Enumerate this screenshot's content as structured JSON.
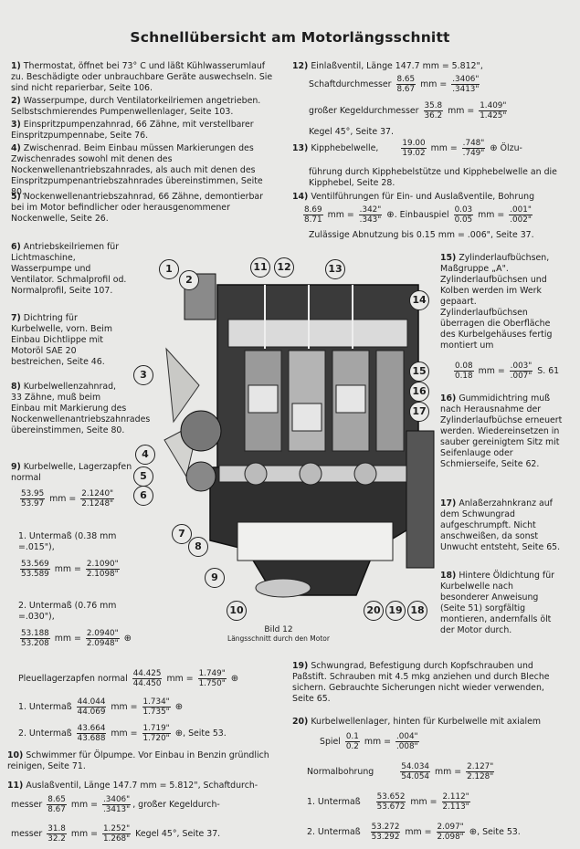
{
  "title": "Schnellübersicht am Motorlängsschnitt",
  "left": {
    "i1": {
      "num": "1)",
      "text": "Thermostat, öffnet bei 73° C und läßt Kühlwasserumlauf zu. Beschädigte oder unbrauchbare Geräte auswechseln. Sie sind nicht reparierbar, Seite 106."
    },
    "i2": {
      "num": "2)",
      "text": "Wasserpumpe, durch Ventilatorkeilriemen angetrieben. Selbstschmierendes Pumpenwellenlager, Seite 103."
    },
    "i3": {
      "num": "3)",
      "text": "Einspritzpumpenzahnrad, 66 Zähne, mit verstellbarer Einspritzpumpennabe, Seite 76."
    },
    "i4": {
      "num": "4)",
      "text": "Zwischenrad. Beim Einbau müssen Markierungen des Zwischenrades sowohl mit denen des Nockenwellenantriebszahnrades, als auch mit denen des Einspritzpumpenantriebszahnrades übereinstimmen, Seite 80."
    },
    "i5": {
      "num": "5)",
      "text": "Nockenwellenantriebszahnrad, 66 Zähne, demontierbar bei im Motor befindlicher oder herausgenommener Nockenwelle, Seite 26."
    },
    "i6": {
      "num": "6)",
      "text": "Antriebskeilriemen für Lichtmaschine, Wasserpumpe und Ventilator. Schmalprofil od. Normalprofil, Seite 107."
    },
    "i7": {
      "num": "7)",
      "text": "Dichtring für Kurbelwelle, vorn. Beim Einbau Dichtlippe mit Motoröl SAE 20 bestreichen, Seite 46."
    },
    "i8": {
      "num": "8)",
      "text": "Kurbelwellenzahnrad, 33 Zähne, muß beim Einbau mit Markierung des Nockenwellenantriebszahnrades übereinstimmen, Seite 80."
    },
    "i9": {
      "num": "9)",
      "text": "Kurbelwelle, Lagerzapfen normal",
      "f1_top": "53.95",
      "f1_bot": "53.97",
      "unit": "mm =",
      "f2_top": "2.1240\"",
      "f2_bot": "2.1248\"",
      "u1_label": "1. Untermaß (0.38 mm =.015\"),",
      "u1_f1_top": "53.569",
      "u1_f1_bot": "53.589",
      "u1_f2_top": "2.1090\"",
      "u1_f2_bot": "2.1098\"",
      "u2_label": "2. Untermaß (0.76 mm =.030\"),",
      "u2_f1_top": "53.188",
      "u2_f1_bot": "53.208",
      "u2_f2_top": "2.0940\"",
      "u2_f2_bot": "2.0948\"",
      "pl_label": "Pleuellagerzapfen normal",
      "pl_f1_top": "44.425",
      "pl_f1_bot": "44.450",
      "pl_f2_top": "1.749\"",
      "pl_f2_bot": "1.750\"",
      "pu1_label": "1. Untermaß",
      "pu1_f1_top": "44.044",
      "pu1_f1_bot": "44.069",
      "pu1_f2_top": "1.734\"",
      "pu1_f2_bot": "1.735\"",
      "pu2_label": "2. Untermaß",
      "pu2_f1_top": "43.664",
      "pu2_f1_bot": "43.688",
      "pu2_f2_top": "1.719\"",
      "pu2_f2_bot": "1.720\"",
      "pu2_page": ", Seite 53."
    },
    "i10": {
      "num": "10)",
      "text": "Schwimmer für Ölpumpe. Vor Einbau in Benzin gründlich reinigen, Seite 71."
    },
    "i11": {
      "num": "11)",
      "text": "Auslaßventil, Länge 147.7 mm = 5.812\", Schaftdurch-",
      "l2_label": "messer",
      "f1_top": "8.65",
      "f1_bot": "8.67",
      "unit": "mm =",
      "f2_top": ".3406\"",
      "f2_bot": ".3413\"",
      "l2_tail": ", großer Kegeldurch-",
      "l3_label": "messer",
      "g1_top": "31.8",
      "g1_bot": "32.2",
      "g2_top": "1.252\"",
      "g2_bot": "1.268\"",
      "l3_tail": "Kegel 45°, Seite 37."
    }
  },
  "right": {
    "i12": {
      "num": "12)",
      "text": "Einlaßventil, Länge 147.7 mm = 5.812\",",
      "s_label": "Schaftdurchmesser",
      "s1_top": "8.65",
      "s1_bot": "8.67",
      "unit": "mm =",
      "s2_top": ".3406\"",
      "s2_bot": ".3413\"",
      "k_label": "großer Kegeldurchmesser",
      "k1_top": "35.8",
      "k1_bot": "36.2",
      "k2_top": "1.409\"",
      "k2_bot": "1.425\"",
      "tail": "Kegel 45°, Seite 37."
    },
    "i13": {
      "num": "13)",
      "label": "Kipphebelwelle,",
      "f1_top": "19.00",
      "f1_bot": "19.02",
      "unit": "mm =",
      "f2_top": ".748\"",
      "f2_bot": ".749\"",
      "after": "Ölzu-",
      "text": "führung durch Kipphebelstütze und Kipphebelwelle an die Kipphebel, Seite 28."
    },
    "i14": {
      "num": "14)",
      "text": "Ventilführungen für Ein- und Auslaßventile, Bohrung",
      "f1_top": "8.69",
      "f1_bot": "8.71",
      "unit": "mm =",
      "f2_top": ".342\"",
      "f2_bot": ".343\"",
      "spiel_label": "Einbauspiel",
      "g1_top": "0.03",
      "g1_bot": "0.05",
      "g2_top": ".001\"",
      "g2_bot": ".002\"",
      "tail": "Zulässige Abnutzung bis 0.15 mm = .006\", Seite 37."
    },
    "i15": {
      "num": "15)",
      "text": "Zylinderlaufbüchsen, Maßgruppe „A\". Zylinderlaufbüchsen und Kolben werden im Werk gepaart. Zylinderlaufbüchsen überragen die Oberfläche des Kurbelgehäuses fertig montiert um",
      "f1_top": "0.08",
      "f1_bot": "0.18",
      "unit": "mm =",
      "f2_top": ".003\"",
      "f2_bot": ".007\"",
      "tail": "S. 61"
    },
    "i16": {
      "num": "16)",
      "text": "Gummidichtring muß nach Herausnahme der Zylinderlaufbüchse erneuert werden. Wiedereinsetzen in sauber gereinigtem Sitz mit Seifenlauge oder Schmierseife, Seite 62."
    },
    "i17": {
      "num": "17)",
      "text": "Anlaßerzahnkranz auf dem Schwungrad aufgeschrumpft. Nicht anschweißen, da sonst Unwucht entsteht, Seite 65."
    },
    "i18": {
      "num": "18)",
      "text": "Hintere Öldichtung für Kurbelwelle nach besonderer Anweisung (Seite 51) sorgfältig montieren, andernfalls ölt der Motor durch."
    },
    "i19": {
      "num": "19)",
      "text": "Schwungrad, Befestigung durch Kopfschrauben und Paßstift. Schrauben mit 4.5 mkg anziehen und durch Bleche sichern. Gebrauchte Sicherungen nicht wieder verwenden, Seite 65."
    },
    "i20": {
      "num": "20)",
      "text": "Kurbelwellenlager, hinten für Kurbelwelle mit axialem",
      "spiel_label": "Spiel",
      "s1_top": "0.1",
      "s1_bot": "0.2",
      "unit": "mm =",
      "s2_top": ".004\"",
      "s2_bot": ".008\"",
      "n_label": "Normalbohrung",
      "n1_top": "54.034",
      "n1_bot": "54.054",
      "n2_top": "2.127\"",
      "n2_bot": "2.128\"",
      "u1_label": "1. Untermaß",
      "u1a_top": "53.652",
      "u1a_bot": "53.672",
      "u1b_top": "2.112\"",
      "u1b_bot": "2.113\"",
      "u2_label": "2. Untermaß",
      "u2a_top": "53.272",
      "u2a_bot": "53.292",
      "u2b_top": "2.097\"",
      "u2b_bot": "2.098\"",
      "tail": ", Seite 53."
    }
  },
  "figure": {
    "caption": "Bild 12",
    "subcaption": "Längsschnitt durch den Motor",
    "callouts": [
      "1",
      "2",
      "3",
      "4",
      "5",
      "6",
      "7",
      "8",
      "9",
      "10",
      "11",
      "12",
      "13",
      "14",
      "15",
      "16",
      "17",
      "18",
      "19",
      "20"
    ]
  },
  "icons": {
    "sym": "⊕"
  }
}
